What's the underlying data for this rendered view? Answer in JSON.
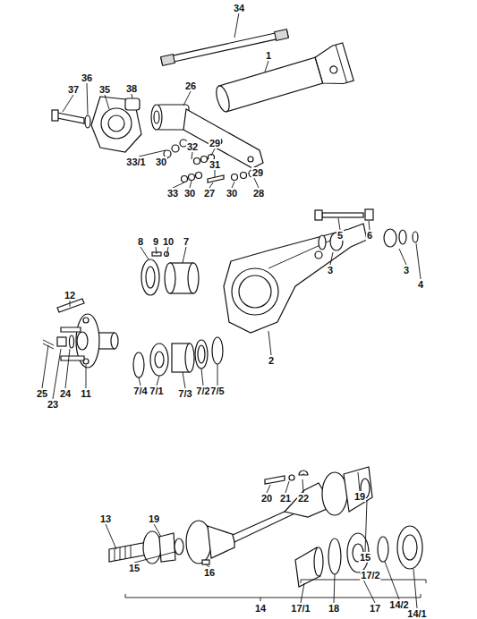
{
  "diagram": {
    "labels": [
      "34",
      "1",
      "36",
      "37",
      "35",
      "38",
      "26",
      "29",
      "32",
      "33/1",
      "30",
      "29",
      "31",
      "33",
      "30",
      "27",
      "30",
      "28",
      "5",
      "6",
      "3",
      "3",
      "4",
      "8",
      "9",
      "10",
      "7",
      "12",
      "2",
      "25",
      "24",
      "11",
      "23",
      "7/4",
      "7/1",
      "7/3",
      "7/2",
      "7/5",
      "20",
      "21",
      "22",
      "19",
      "15",
      "17/2",
      "13",
      "19",
      "15",
      "16",
      "17/1",
      "18",
      "17",
      "14/2",
      "14/1",
      "14"
    ]
  }
}
